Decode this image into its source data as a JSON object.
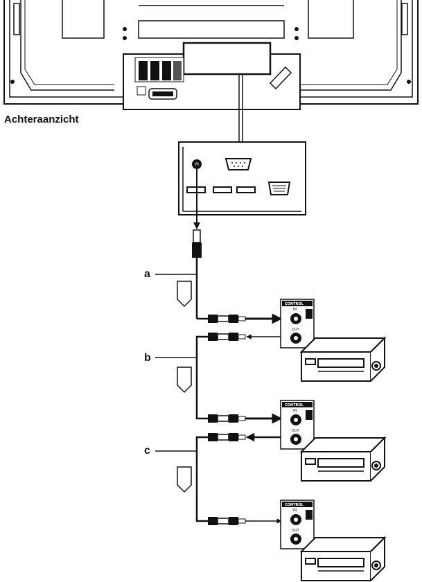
{
  "diagram": {
    "title": "Achteraanzicht",
    "labels": {
      "a": "a",
      "b": "b",
      "c": "c"
    },
    "device_panel": {
      "control": "CONTROL",
      "in": "IN",
      "out": "OUT"
    }
  }
}
